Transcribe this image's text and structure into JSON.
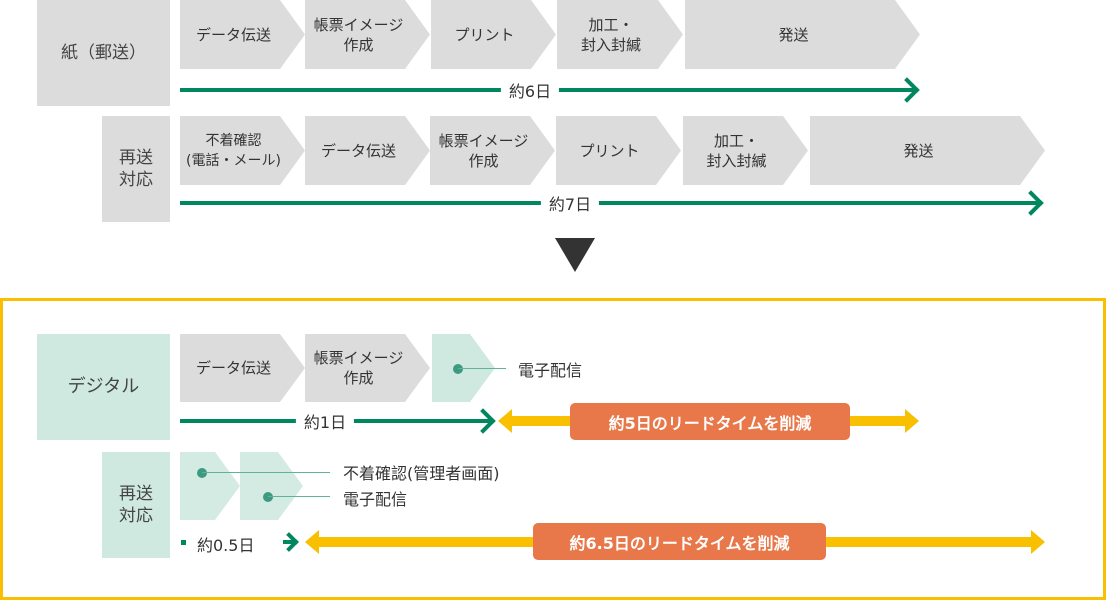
{
  "paper": {
    "label": "紙（郵送）",
    "steps": [
      "データ伝送",
      "帳票イメージ\n作成",
      "プリント",
      "加工・\n封入封緘",
      "発送"
    ],
    "duration": "約6日"
  },
  "paper_resend": {
    "label": "再送\n対応",
    "steps": [
      "不着確認\n(電話・メール)",
      "データ伝送",
      "帳票イメージ\n作成",
      "プリント",
      "加工・\n封入封緘",
      "発送"
    ],
    "duration": "約7日"
  },
  "digital": {
    "label": "デジタル",
    "steps": [
      "データ伝送",
      "帳票イメージ\n作成"
    ],
    "delivery": "電子配信",
    "duration": "約1日",
    "reduction": "約5日のリードタイムを削減"
  },
  "digital_resend": {
    "label": "再送\n対応",
    "notes": [
      "不着確認(管理者画面)",
      "電子配信"
    ],
    "duration": "約0.5日",
    "reduction": "約6.5日のリードタイムを削減"
  },
  "colors": {
    "green": "#00875f",
    "yellow": "#f8c000",
    "orange": "#e8784a",
    "grey": "#dcdcdc",
    "teal": "#cfe9e1"
  }
}
